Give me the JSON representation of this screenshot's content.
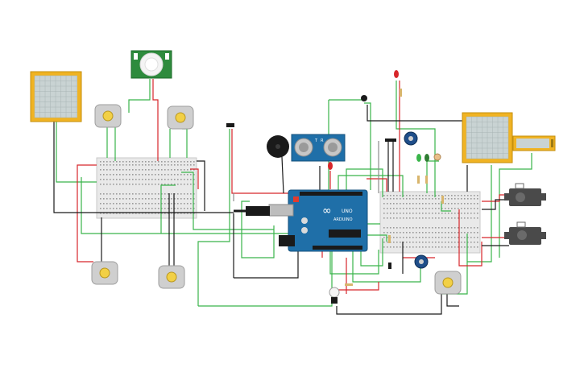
{
  "arduino": {
    "logo": "∞",
    "label_uno": "UNO",
    "label_arduino": "ARDUINO"
  },
  "ultrasonic": {
    "label_t": "T",
    "label_r": "R"
  },
  "colors": {
    "wire_green": "#39b54a",
    "wire_red": "#d7262b",
    "wire_black": "#1a1a1a",
    "wire_gray": "#8c8c8c",
    "board_blue": "#1f6fa8",
    "pcb_green": "#2e8b3d",
    "lcd_frame": "#f0b323",
    "lcd_screen": "#c9d3d3",
    "servo_body": "#4a4a4a",
    "motor_body": "#cfcfcf",
    "breadboard": "#e9e9e9"
  }
}
